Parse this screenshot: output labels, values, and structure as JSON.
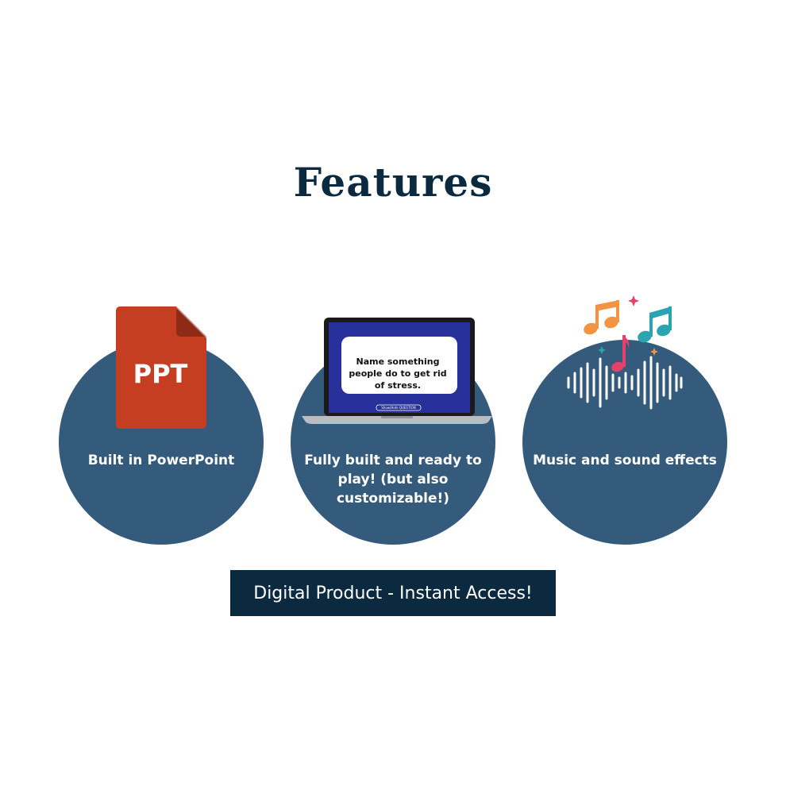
{
  "header": {
    "title": "Features"
  },
  "features": [
    {
      "label": "Built in PowerPoint",
      "icon": "ppt-file-icon",
      "icon_text": "PPT"
    },
    {
      "label": "Fully built and ready to play! (but also customizable!)",
      "icon": "laptop-icon",
      "screen_text": "Name something people do to get rid of stress.",
      "screen_footer": "Show/Hide QUESTION"
    },
    {
      "label": "Music and sound effects",
      "icon": "music-soundwave-icon"
    }
  ],
  "cta": {
    "label": "Digital Product - Instant Access!"
  },
  "colors": {
    "title": "#0b2a40",
    "circle": "#345b7c",
    "banner": "#0b2a40",
    "ppt_orange": "#c63e21",
    "ppt_fold": "#8e2b17",
    "screen_blue": "#27309b",
    "note_orange": "#f39443",
    "note_teal": "#2aa4b0",
    "note_pink": "#e5416a"
  }
}
